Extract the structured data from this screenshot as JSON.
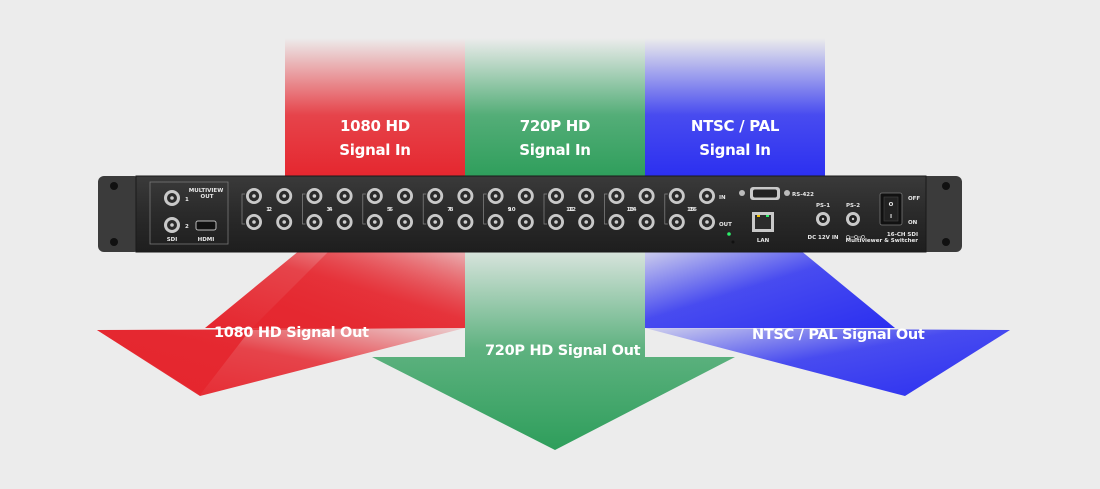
{
  "inputs": [
    {
      "line1": "1080 HD",
      "line2": "Signal In",
      "color": "#e5262e"
    },
    {
      "line1": "720P HD",
      "line2": "Signal In",
      "color": "#2e9e5b"
    },
    {
      "line1": "NTSC / PAL",
      "line2": "Signal In",
      "color": "#2b2ff0"
    }
  ],
  "outputs": [
    {
      "label": "1080 HD Signal Out",
      "color": "#e5262e"
    },
    {
      "label": "720P HD Signal Out",
      "color": "#2e9e5b"
    },
    {
      "label": "NTSC /  PAL Signal Out",
      "color": "#2b2ff0"
    }
  ],
  "device": {
    "multiview_out": "MULTIVIEW OUT",
    "sdi": "SDI",
    "hdmi": "HDMI",
    "port_1": "1",
    "port_2": "2",
    "in": "IN",
    "out": "OUT",
    "rs422": "RS-422",
    "lan": "LAN",
    "ps1": "PS-1",
    "ps2": "PS-2",
    "dc_in": "DC 12V IN",
    "off": "OFF",
    "on": "ON",
    "switch_o": "O",
    "switch_i": "I",
    "model_line1": "16-CH SDI",
    "model_line2": "Multiviewer & Switcher",
    "channel_numbers": [
      "1",
      "2",
      "3",
      "4",
      "5",
      "6",
      "7",
      "8",
      "9",
      "10",
      "11",
      "12",
      "13",
      "14",
      "15",
      "16"
    ]
  }
}
